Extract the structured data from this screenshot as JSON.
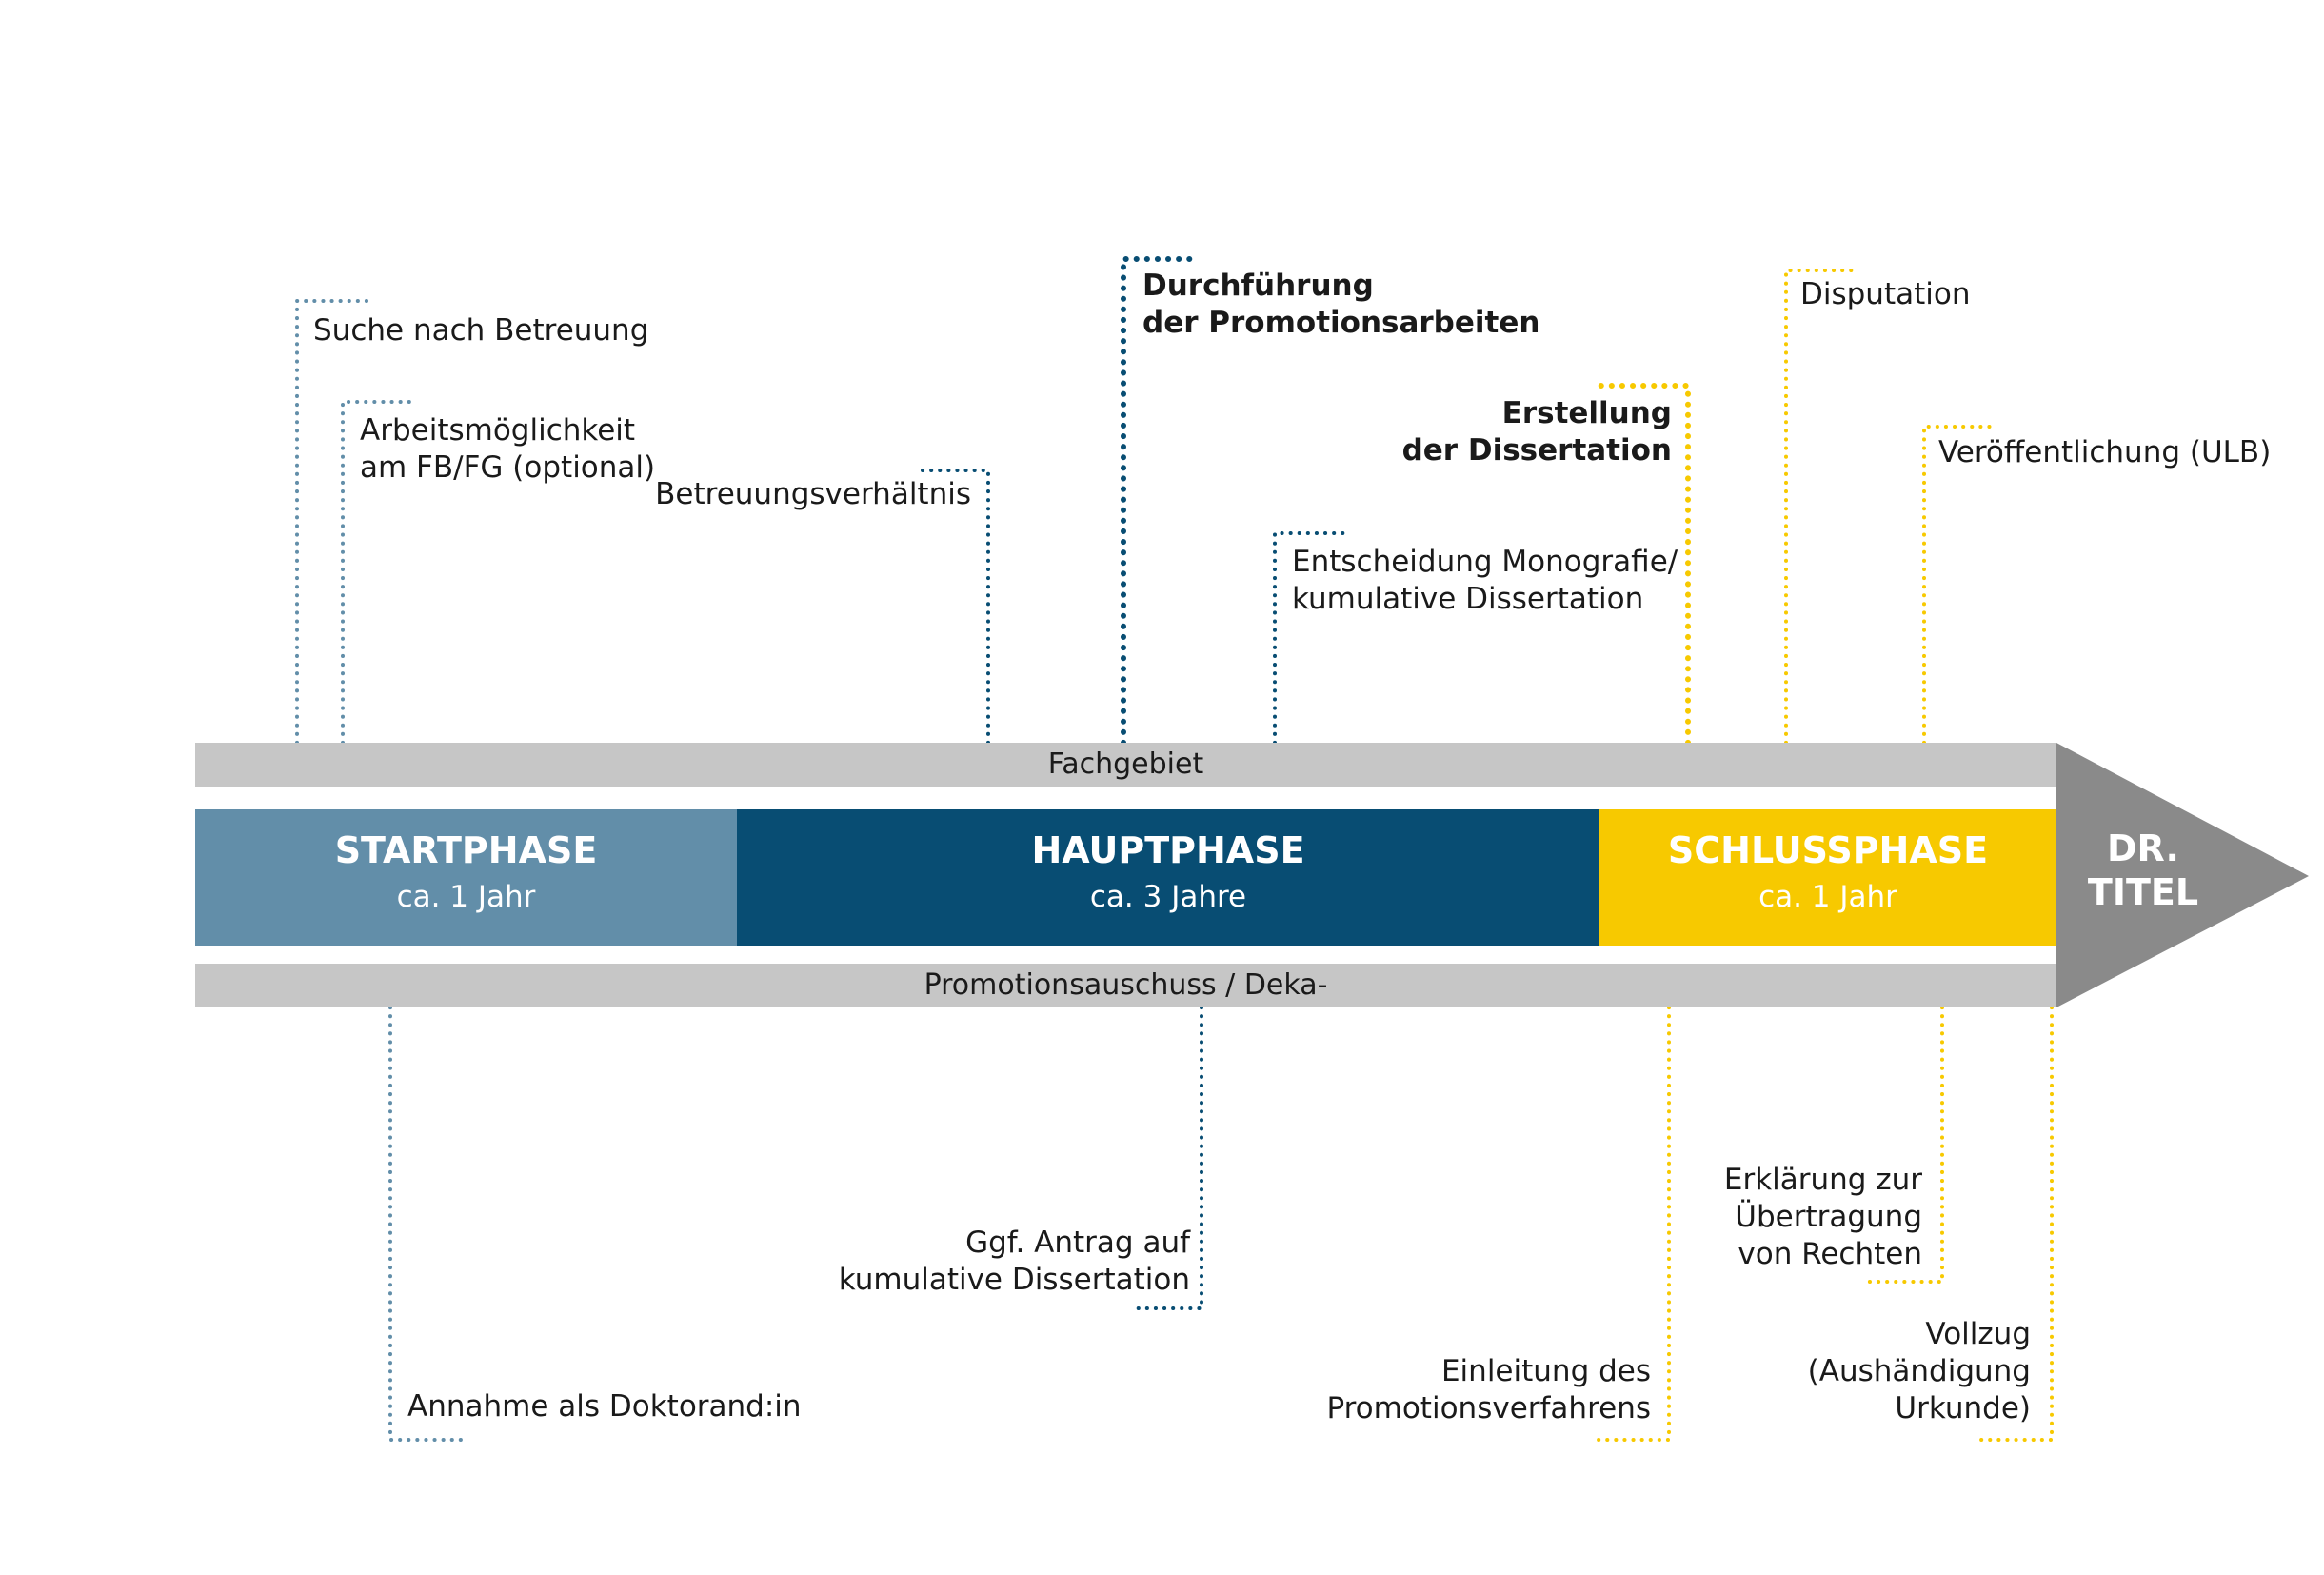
{
  "colors": {
    "start": "#628ea9",
    "haupt": "#084d73",
    "schluss": "#f7c900",
    "arrow": "#8a8a8a",
    "band": "#c6c6c6"
  },
  "bands": {
    "top": "Fachgebiet",
    "bottom": "Promotionsauschuss / Deka-"
  },
  "phases": [
    {
      "name": "STARTPHASE",
      "duration": "ca. 1 Jahr"
    },
    {
      "name": "HAUPTPHASE",
      "duration": "ca. 3 Jahre"
    },
    {
      "name": "SCHLUSSPHASE",
      "duration": "ca. 1 Jahr"
    }
  ],
  "arrow_label": "DR.\nTITEL",
  "top_steps": {
    "suche": "Suche nach Betreuung",
    "arbeit": "Arbeitsmöglichkeit\nam FB/FG (optional)",
    "betreuung": "Betreuungsverhältnis",
    "durchfuehrung": "Durchführung\nder Promotionsarbeiten",
    "entscheidung": "Entscheidung Monografie/\nkumulative Dissertation",
    "erstellung": "Erstellung\nder Dissertation",
    "disputation": "Disputation",
    "veroeffentlichung": "Veröffentlichung (ULB)"
  },
  "bottom_steps": {
    "annahme": "Annahme als Doktorand:in",
    "antrag": "Ggf. Antrag auf\nkumulative Dissertation",
    "einleitung": "Einleitung des\nPromotionsverfahrens",
    "erklaerung": "Erklärung zur\nÜbertragung\nvon Rechten",
    "vollzug": "Vollzug\n(Aushändigung\nUrkunde)"
  }
}
